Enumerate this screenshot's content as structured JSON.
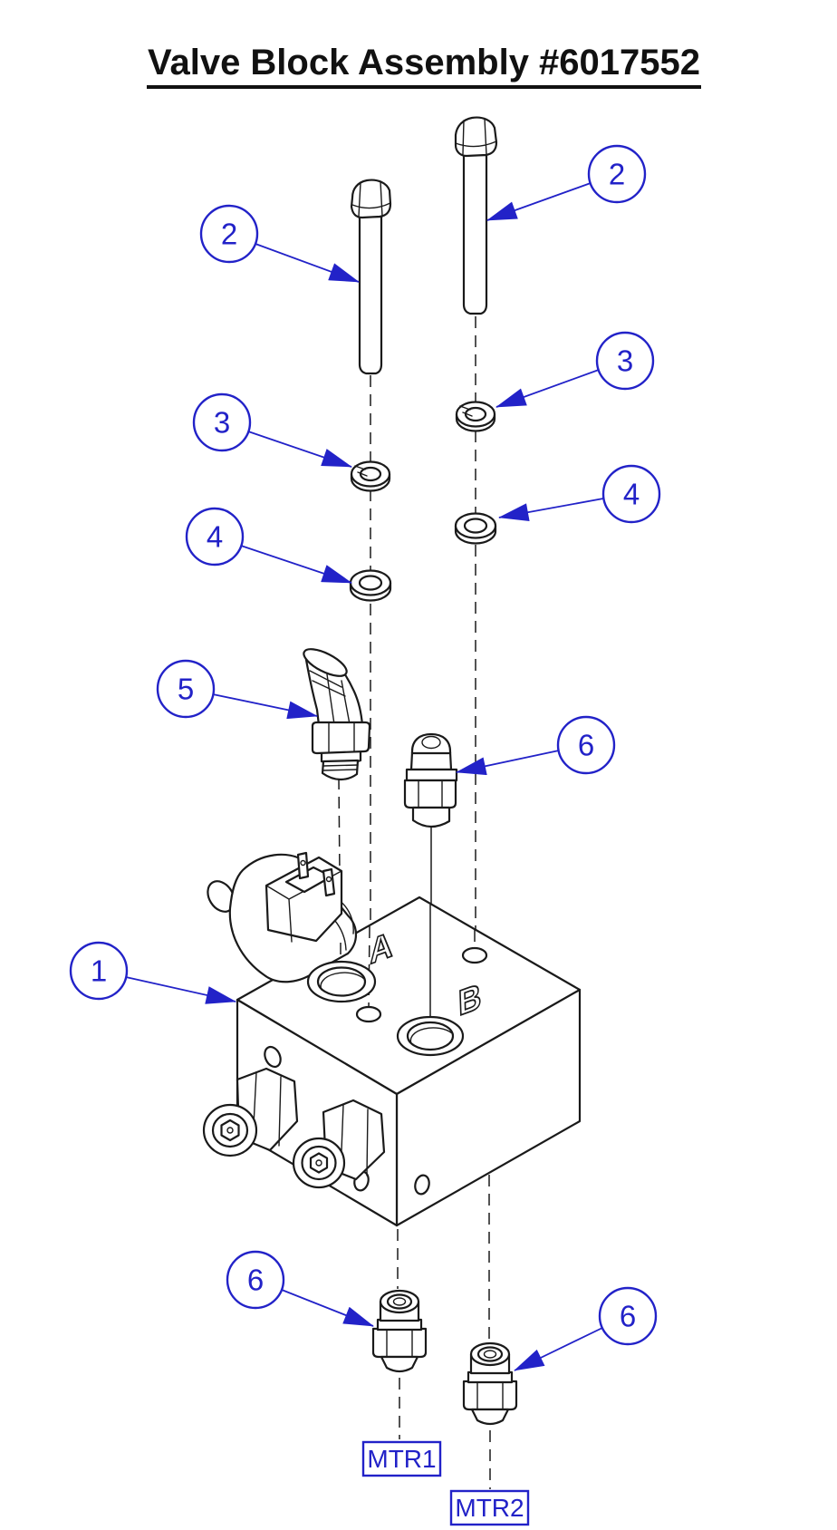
{
  "title": "Valve Block Assembly #6017552",
  "callouts": [
    "1",
    "2",
    "2",
    "3",
    "3",
    "4",
    "4",
    "5",
    "6",
    "6",
    "6"
  ],
  "ports": {
    "a": "A",
    "b": "B"
  },
  "motor_tags": [
    "MTR1",
    "MTR2"
  ],
  "colors": {
    "annotation_blue": "#2222c8",
    "line_black": "#1a1a1a",
    "background": "#ffffff"
  }
}
